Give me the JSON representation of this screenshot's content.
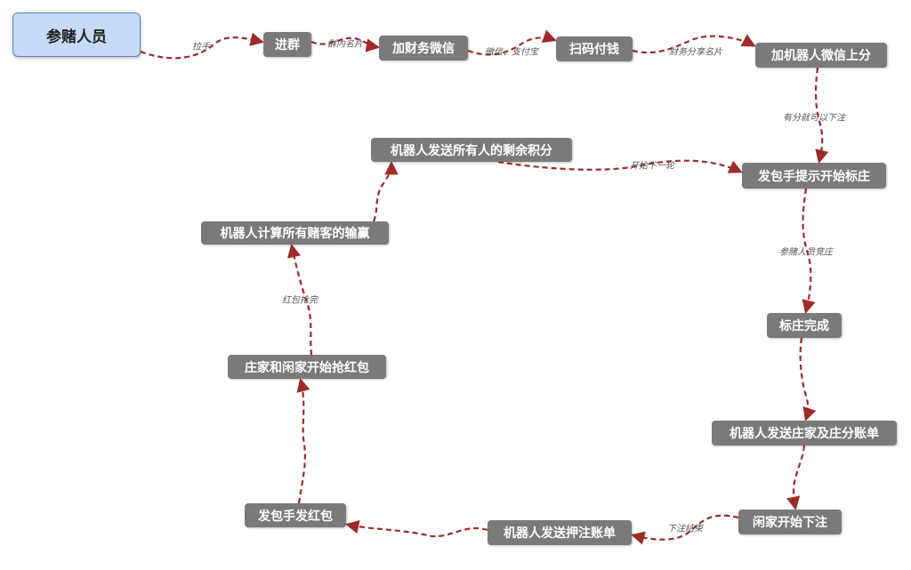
{
  "root": {
    "label": "参赌人员"
  },
  "nodes": {
    "join": "进群",
    "add_finance": "加财务微信",
    "scan_pay": "扫码付钱",
    "add_bot": "加机器人微信上分",
    "sender_hint": "发包手提示开始标庄",
    "banker_done": "标庄完成",
    "bot_banker_bill": "机器人发送庄家及庄分账单",
    "players_bet": "闲家开始下注",
    "bot_bet_bill": "机器人发送押注账单",
    "sender_red": "发包手发红包",
    "grab_red": "庄家和闲家开始抢红包",
    "bot_calc": "机器人计算所有赌客的输赢",
    "bot_points": "机器人发送所有人的剩余积分"
  },
  "edge_labels": {
    "pull": "拉手",
    "group_card": "群内名片",
    "wechat_alipay": "微信、支付宝",
    "finance_share": "财务分享名片",
    "can_bet": "有分就可以下注",
    "players_compete": "参赌人员竞庄",
    "bet_end": "下注结束",
    "grab_over": "红包抢完",
    "next_round": "开始下一轮"
  },
  "colors": {
    "node_bg": "#7a7a7a",
    "root_bg": "#c5dbf6",
    "root_border": "#5a7fb2",
    "edge": "#9e2a2a"
  }
}
